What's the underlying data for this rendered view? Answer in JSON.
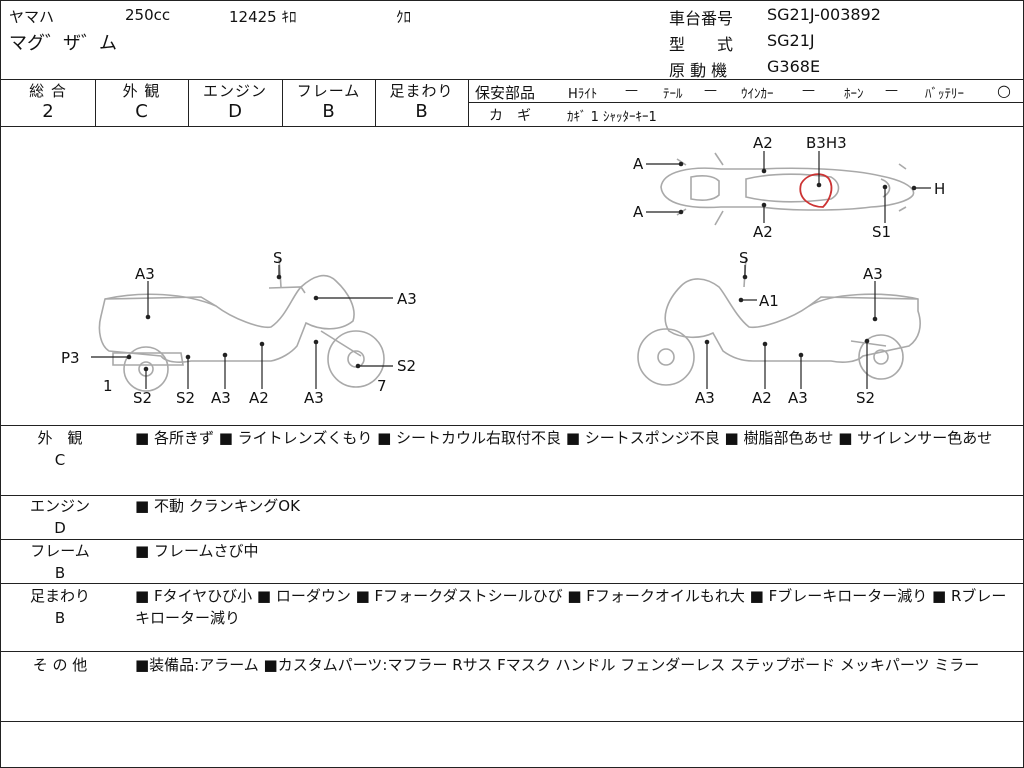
{
  "header": {
    "maker": "ヤマハ",
    "displacement": "250cc",
    "mileage": "12425 ｷﾛ",
    "color": "ｸﾛ",
    "model_name": "マグ゛ザ゛ム",
    "frame_no_label": "車台番号",
    "frame_no": "SG21J-003892",
    "type_label": "型　　式",
    "type": "SG21J",
    "engine_label": "原 動 機",
    "engine": "G368E"
  },
  "grades": [
    {
      "label": "総 合",
      "value": "2"
    },
    {
      "label": "外 観",
      "value": "C"
    },
    {
      "label": "エンジン",
      "value": "D"
    },
    {
      "label": "フレーム",
      "value": "B"
    },
    {
      "label": "足まわり",
      "value": "B"
    }
  ],
  "safety": {
    "label": "保安部品",
    "items": [
      {
        "name": "Hﾗｲﾄ",
        "mark": "—"
      },
      {
        "name": "ﾃｰﾙ",
        "mark": "—"
      },
      {
        "name": "ｳｲﾝｶｰ",
        "mark": "—"
      },
      {
        "name": "ﾎｰﾝ",
        "mark": "—"
      },
      {
        "name": "ﾊﾞｯﾃﾘｰ",
        "mark": "○"
      }
    ]
  },
  "key": {
    "label": "カ　ギ",
    "value": "ｶｷﾞ 1 ｼｬｯﾀｰｷｰ1"
  },
  "diagram": {
    "top_view": [
      "A",
      "A",
      "A2",
      "A2",
      "B3H3",
      "H",
      "S1"
    ],
    "left_view": [
      "S",
      "A3",
      "A3",
      "P3",
      "1",
      "S2",
      "S2",
      "A3",
      "A2",
      "A3",
      "S2",
      "7"
    ],
    "right_view": [
      "S",
      "A3",
      "A1",
      "A3",
      "A2",
      "A3",
      "S2"
    ]
  },
  "sections": [
    {
      "head": "外　観",
      "grade": "C",
      "text": "■ 各所きず ■ ライトレンズくもり ■ シートカウル右取付不良 ■ シートスポンジ不良 ■ 樹脂部色あせ ■ サイレンサー色あせ"
    },
    {
      "head": "エンジン",
      "grade": "D",
      "text": "■ 不動 クランキングOK"
    },
    {
      "head": "フレーム",
      "grade": "B",
      "text": "■ フレームさび中"
    },
    {
      "head": "足まわり",
      "grade": "B",
      "text": "■ Fタイヤひび小 ■ ローダウン ■ Fフォークダストシールひび ■ Fフォークオイルもれ大 ■ Fブレーキローター減り ■ Rブレーキローター減り"
    },
    {
      "head": "そ の 他",
      "grade": "",
      "text": "■装備品:アラーム ■カスタムパーツ:マフラー Rサス Fマスク ハンドル フェンダーレス ステップボード メッキパーツ ミラー"
    }
  ]
}
